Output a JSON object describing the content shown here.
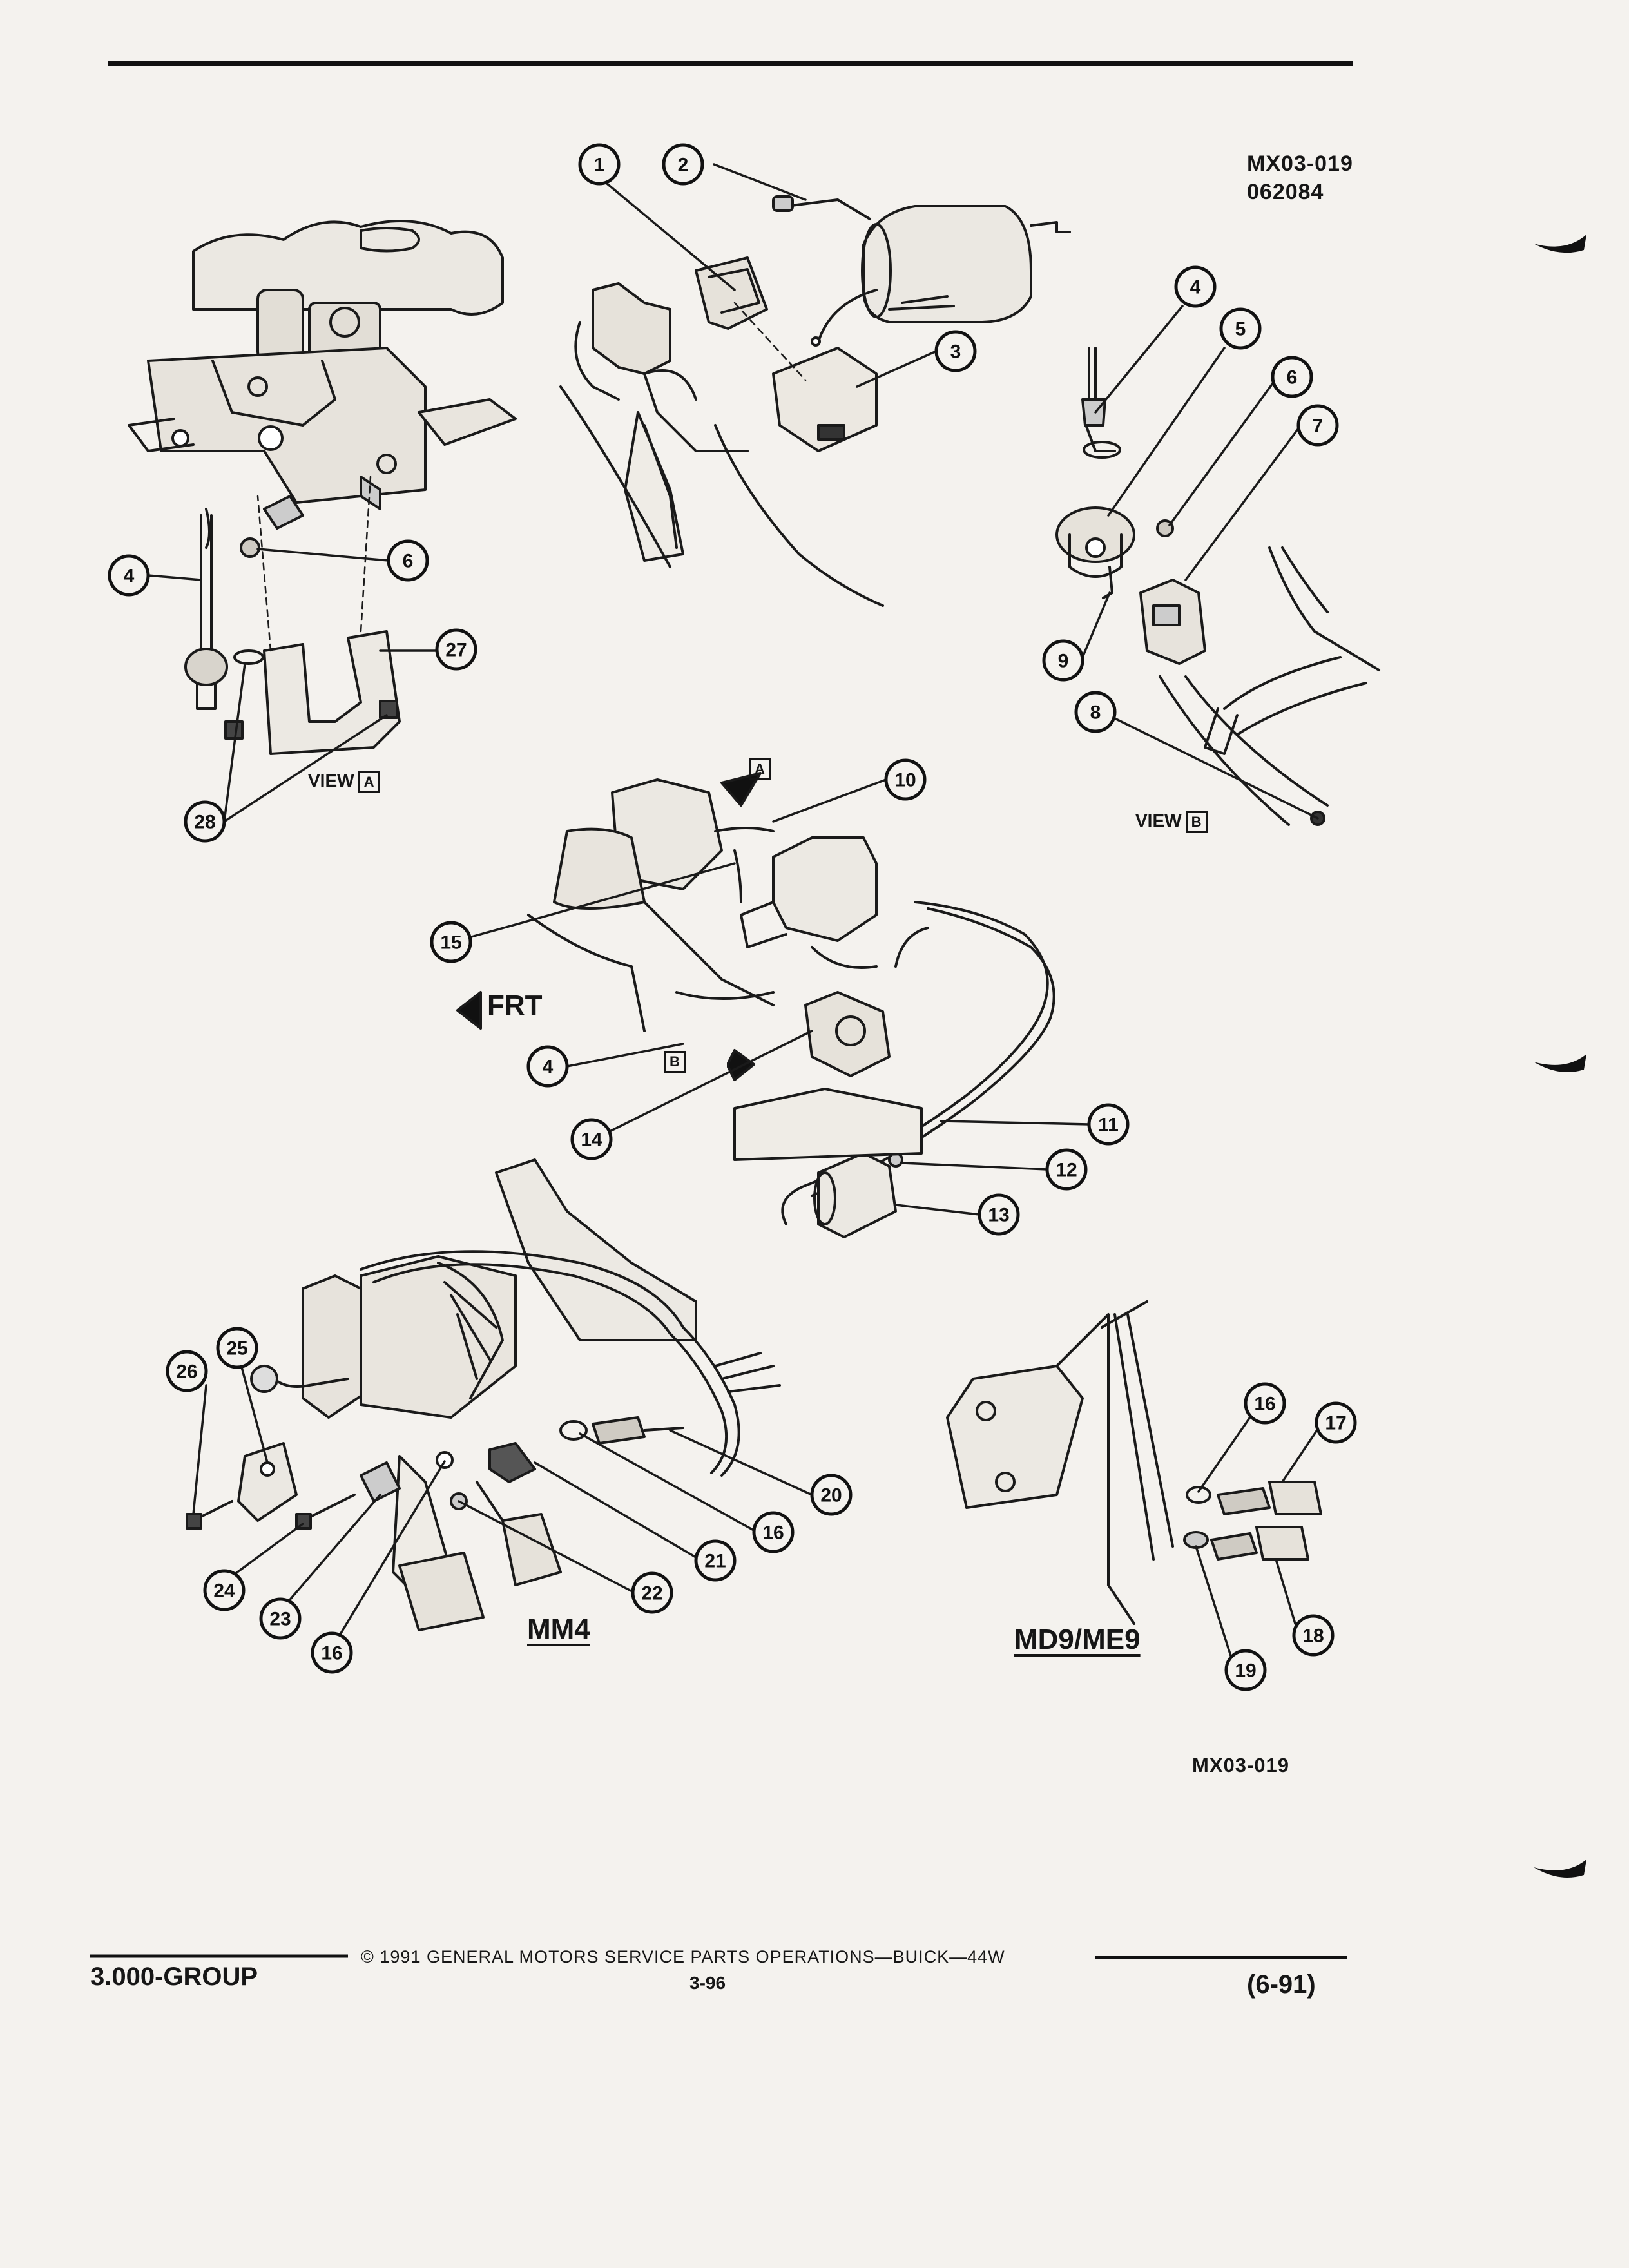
{
  "figure_codes": {
    "top": [
      "MX03-019",
      "062084"
    ],
    "bottom": "MX03-019"
  },
  "view_labels": {
    "view_a": "VIEW",
    "view_a_box": "A",
    "view_b": "VIEW",
    "view_b_box": "B",
    "a_marker": "A",
    "b_marker": "B"
  },
  "direction": {
    "frt": "FRT"
  },
  "variants": {
    "mm4": "MM4",
    "md9_me9": "MD9/ME9"
  },
  "footer": {
    "group": "3.000-GROUP",
    "copyright": "© 1991 GENERAL MOTORS SERVICE PARTS OPERATIONS—BUICK—44W",
    "page": "3-96",
    "date": "(6-91)"
  },
  "callouts": {
    "c1": "1",
    "c2": "2",
    "c3": "3",
    "c4a": "4",
    "c4b": "4",
    "c4c": "4",
    "c5": "5",
    "c6a": "6",
    "c6b": "6",
    "c7": "7",
    "c8": "8",
    "c9": "9",
    "c10": "10",
    "c11": "11",
    "c12": "12",
    "c13": "13",
    "c14": "14",
    "c15": "15",
    "c16a": "16",
    "c16b": "16",
    "c16c": "16",
    "c17": "17",
    "c18": "18",
    "c19": "19",
    "c20": "20",
    "c21": "21",
    "c22": "22",
    "c23": "23",
    "c24": "24",
    "c25": "25",
    "c26": "26",
    "c27": "27",
    "c28": "28"
  }
}
